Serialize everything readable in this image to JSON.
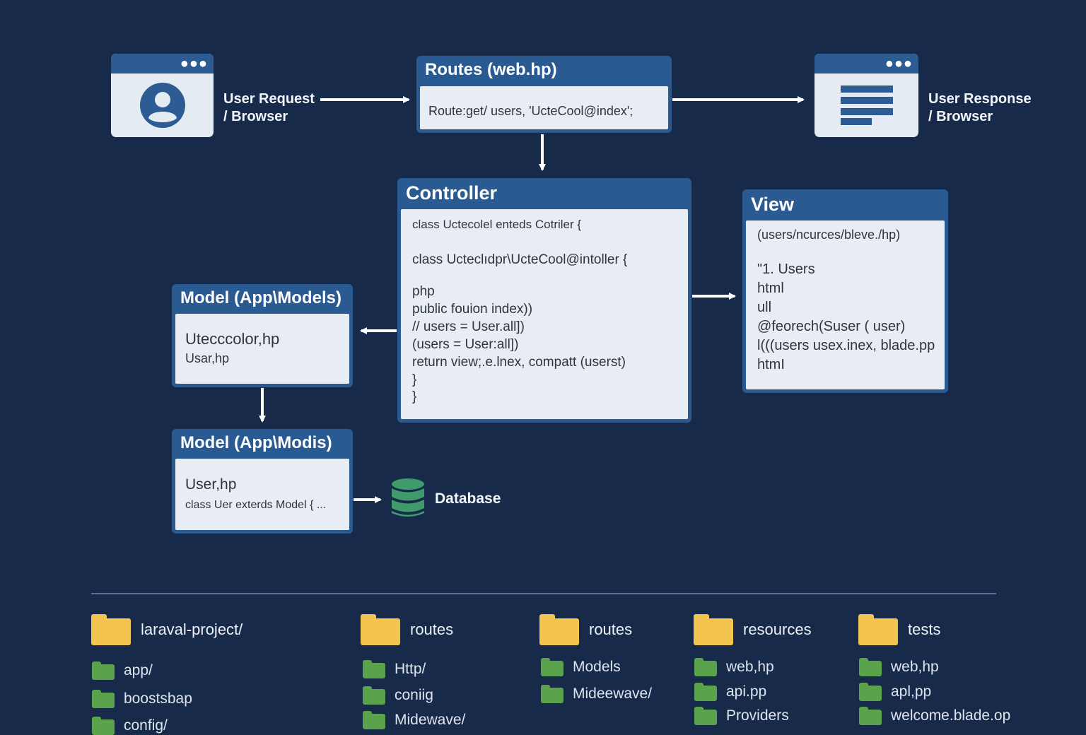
{
  "request_window": {
    "label_line1": "User Request",
    "label_line2": "/ Browser",
    "icon": "user-avatar-icon"
  },
  "response_window": {
    "label_line1": "User Response",
    "label_line2": "/ Browser",
    "icon": "document-lines-icon"
  },
  "routes": {
    "title": "Routes (web.hp)",
    "code": "Route:get/ users, 'UcteCool@index';"
  },
  "controller": {
    "title": "Controller",
    "lines": [
      "class Uctecolel enteds Cotriler {",
      "",
      "class Ucteclıdpr\\UcteCool@intoller {",
      "",
      "php",
      "public fouion index))",
      "// users = User.all])",
      "(users = User:all])",
      "return view;.e.lnex, compatt (userst)",
      "}",
      "}"
    ]
  },
  "view": {
    "title": "View",
    "lines": [
      "(users/ncurces/bleve./hp)",
      "",
      "\"1. Users",
      "html",
      "ull",
      "@feorech(Suser ( user)",
      "l(((users usex.inex, blade.pp",
      "htmI"
    ]
  },
  "model1": {
    "title": "Model (App\\Models)",
    "line1": "Utecccolor,hp",
    "line2": "Usar,hp"
  },
  "model2": {
    "title": "Model (App\\Modis)",
    "line1": "User,hp",
    "line2": "class Uer exterds Model { ..."
  },
  "database": {
    "label": "Database",
    "icon": "database-icon",
    "color": "#3f9a6c"
  },
  "tree": [
    {
      "head": "laraval-project/",
      "items": [
        "app/",
        "boostsbap",
        "config/"
      ]
    },
    {
      "head": "routes",
      "items": [
        "Http/",
        "coniig",
        "Midewave/"
      ]
    },
    {
      "head": "routes",
      "items": [
        "Models",
        "Mideewave/"
      ]
    },
    {
      "head": "resources",
      "items": [
        "web,hp",
        "api.pp",
        "Providers"
      ]
    },
    {
      "head": "tests",
      "items": [
        "web,hp",
        "apl,pp",
        "welcome.blade.op"
      ]
    }
  ],
  "colors": {
    "background": "#172a4a",
    "panel_header": "#2a5a92",
    "panel_body": "#e8edf4",
    "folder_yellow": "#f4c54e",
    "folder_green": "#5aa24c",
    "arrow": "#ffffff"
  }
}
